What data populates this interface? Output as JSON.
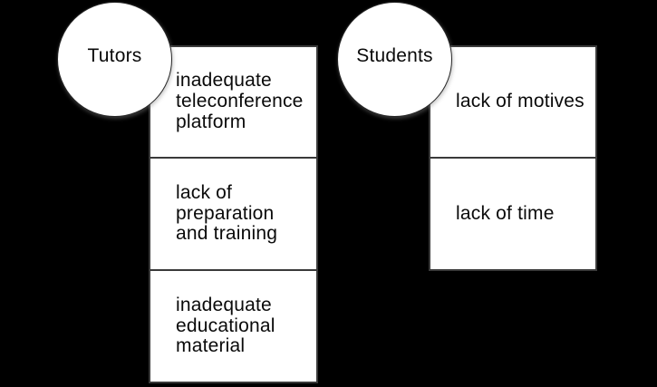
{
  "diagram": {
    "title": "",
    "background_color": "#000000",
    "shape_fill_color": "#ffffff",
    "border_color": "#3a3a3a",
    "text_color": "#0a0a0a",
    "groups": [
      {
        "label": "Tutors",
        "items": [
          "inadequate\nteleconference\nplatform",
          "lack of\npreparation\nand training",
          "inadequate\neducational\nmaterial"
        ]
      },
      {
        "label": "Students",
        "items": [
          "lack of motives",
          "lack of time"
        ]
      }
    ]
  }
}
